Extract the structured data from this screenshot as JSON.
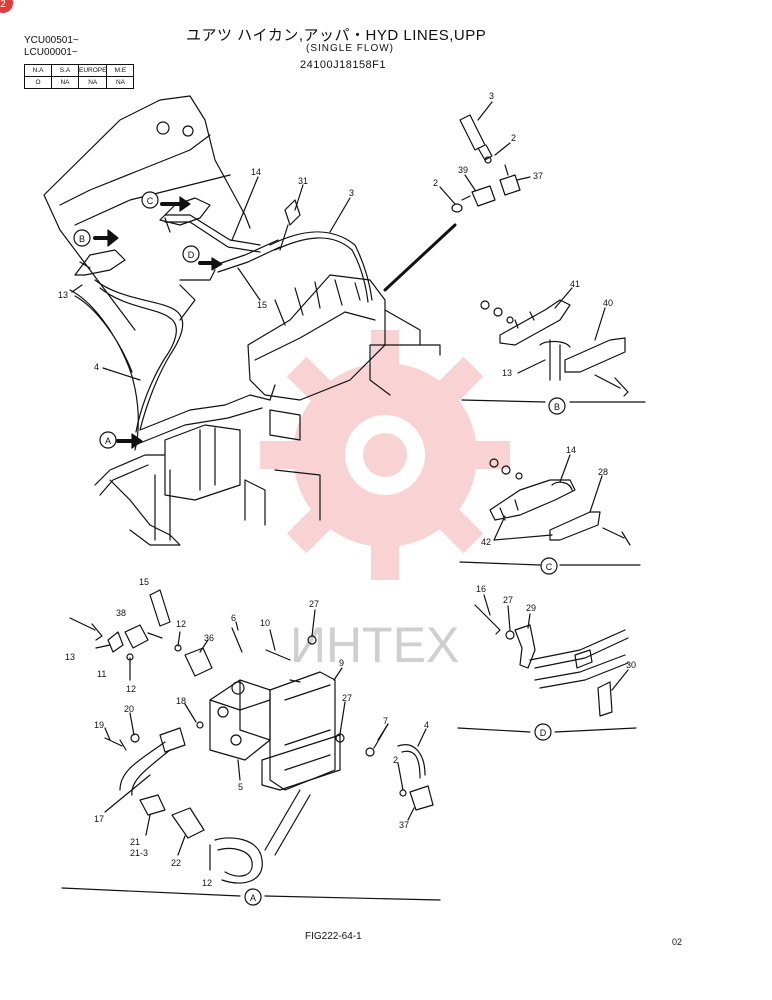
{
  "header": {
    "title": "ユアツ ハイカン,アッパ・HYD LINES,UPP",
    "subtitle": "(SINGLE FLOW)",
    "part_number": "24100J18158F1",
    "serials": [
      "YCU00501~",
      "LCU00001~"
    ]
  },
  "spec_table": {
    "headers": [
      "N.A",
      "S.A",
      "EUROPE",
      "M.E"
    ],
    "values": [
      "O",
      "NA",
      "NA",
      "NA"
    ]
  },
  "detail_views": {
    "B": "B",
    "C": "C",
    "D": "D",
    "A": "A"
  },
  "callouts": {
    "main": [
      {
        "id": "c3a",
        "text": "3"
      },
      {
        "id": "c2a",
        "text": "2"
      },
      {
        "id": "c39",
        "text": "39"
      },
      {
        "id": "c2b",
        "text": "2"
      },
      {
        "id": "c37a",
        "text": "37"
      },
      {
        "id": "c14a",
        "text": "14"
      },
      {
        "id": "c31",
        "text": "31"
      },
      {
        "id": "c3b",
        "text": "3"
      },
      {
        "id": "c13a",
        "text": "13"
      },
      {
        "id": "c15a",
        "text": "15"
      },
      {
        "id": "c4a",
        "text": "4"
      }
    ],
    "detail_B": [
      {
        "id": "c41",
        "text": "41"
      },
      {
        "id": "c40",
        "text": "40"
      },
      {
        "id": "c13b",
        "text": "13"
      }
    ],
    "detail_C": [
      {
        "id": "c14b",
        "text": "14"
      },
      {
        "id": "c28",
        "text": "28"
      },
      {
        "id": "c42",
        "text": "42"
      }
    ],
    "detail_D": [
      {
        "id": "c16",
        "text": "16"
      },
      {
        "id": "c27a",
        "text": "27"
      },
      {
        "id": "c29",
        "text": "29"
      },
      {
        "id": "c30",
        "text": "30"
      }
    ],
    "detail_A": [
      {
        "id": "c15b",
        "text": "15"
      },
      {
        "id": "c38",
        "text": "38"
      },
      {
        "id": "c12a",
        "text": "12"
      },
      {
        "id": "c36",
        "text": "36"
      },
      {
        "id": "c6",
        "text": "6"
      },
      {
        "id": "c10",
        "text": "10"
      },
      {
        "id": "c27b",
        "text": "27"
      },
      {
        "id": "c13c",
        "text": "13"
      },
      {
        "id": "c11",
        "text": "11"
      },
      {
        "id": "c12b",
        "text": "12"
      },
      {
        "id": "c9",
        "text": "9"
      },
      {
        "id": "c18",
        "text": "18"
      },
      {
        "id": "c20",
        "text": "20"
      },
      {
        "id": "c27c",
        "text": "27"
      },
      {
        "id": "c19",
        "text": "19"
      },
      {
        "id": "c7",
        "text": "7"
      },
      {
        "id": "c4b",
        "text": "4"
      },
      {
        "id": "c5",
        "text": "5"
      },
      {
        "id": "c2c",
        "text": "2"
      },
      {
        "id": "c17",
        "text": "17"
      },
      {
        "id": "c21",
        "text": "21"
      },
      {
        "id": "c21_3",
        "text": "21-3"
      },
      {
        "id": "c22",
        "text": "22"
      },
      {
        "id": "c37b",
        "text": "37"
      },
      {
        "id": "c12c",
        "text": "12"
      }
    ]
  },
  "footer": {
    "figure": "FIG222-64-1",
    "page": "02"
  },
  "watermark": {
    "text": "ИНТЕХ",
    "color": "#e83c3c"
  },
  "corner_badge": "2",
  "colors": {
    "line": "#111111",
    "watermark_red": "#e83c3c"
  }
}
